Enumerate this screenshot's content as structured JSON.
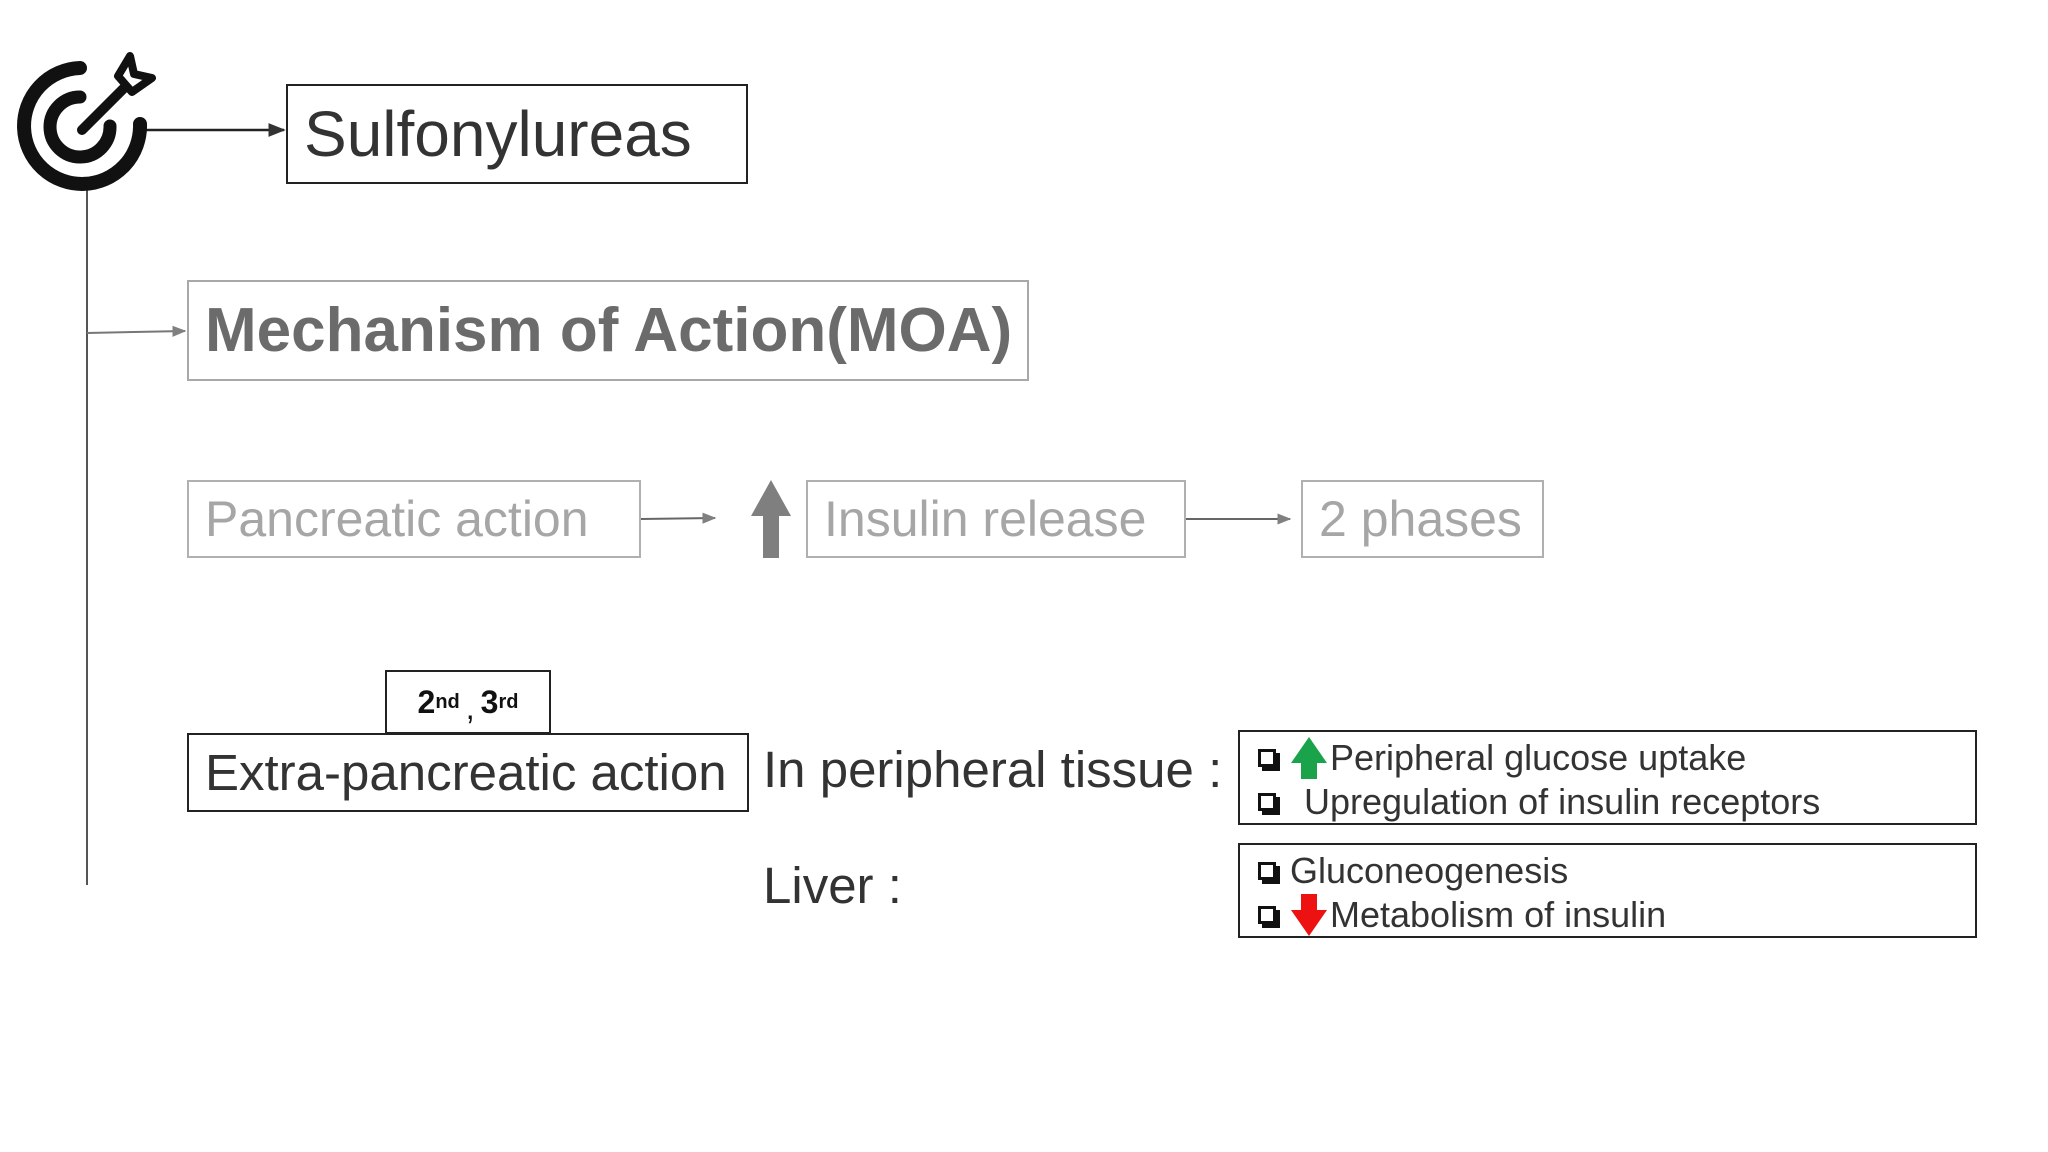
{
  "title": "Sulfonylureas",
  "moa": "Mechanism of Action(MOA)",
  "pancreatic": {
    "label": "Pancreatic action",
    "effect": "Insulin release",
    "result": "2 phases"
  },
  "extra": {
    "label": "Extra-pancreatic action",
    "gen_first": "2",
    "gen_first_sup": "nd",
    "gen_sep": ",",
    "gen_second": "3",
    "gen_second_sup": "rd",
    "peripheral": {
      "label": "In peripheral tissue :",
      "items": [
        "Peripheral glucose uptake",
        "Upregulation of insulin receptors"
      ]
    },
    "liver": {
      "label": "Liver :",
      "items": [
        "Gluconeogenesis",
        "Metabolism of insulin"
      ]
    }
  },
  "colors": {
    "up_arrow_gray": "#7f7f7f",
    "up_arrow_green": "#1aa34a",
    "down_arrow_red": "#ee1111"
  }
}
